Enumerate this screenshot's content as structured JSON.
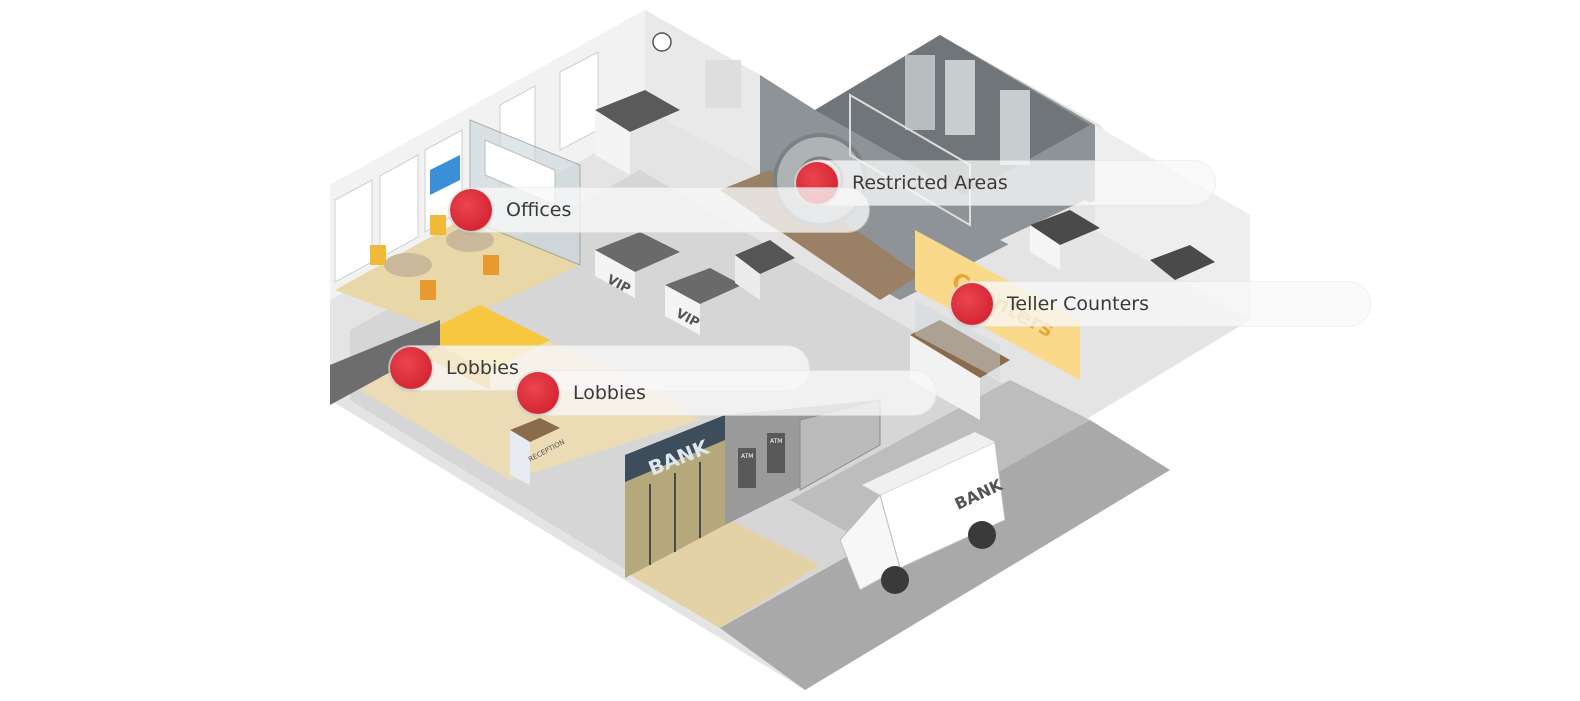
{
  "scene": {
    "signs": {
      "bank_sign": "BANK",
      "truck_sign": "BANK",
      "vip_desk_1": "VIP",
      "vip_desk_2": "VIP",
      "reception_desk": "RECEPTION",
      "atm_1": "ATM",
      "atm_2": "ATM",
      "counters_wall": "Counters"
    }
  },
  "hotspots": [
    {
      "label": "Restricted Areas"
    },
    {
      "label": "Offices"
    },
    {
      "label": "Teller Counters"
    },
    {
      "label": "Lobbies"
    },
    {
      "label": "Lobbies"
    }
  ],
  "colors": {
    "marker": "#d92b37",
    "wall_dark": "#8e9498",
    "floor_light": "#d8d8d8",
    "lobby_floor": "#e6d6ad",
    "teller_wall": "#fbd98a",
    "sofa": "#f4c23e",
    "bank_facade": "#3e4d5c"
  }
}
